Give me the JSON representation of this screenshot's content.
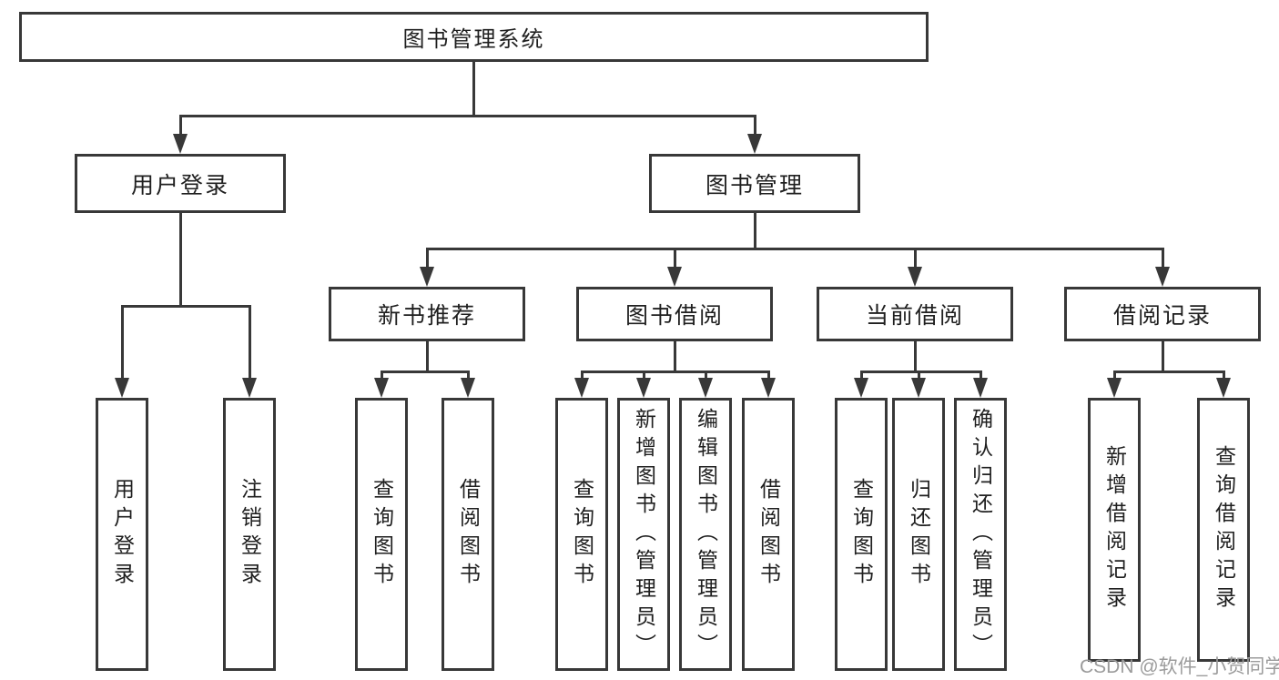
{
  "tree": {
    "root": "图书管理系统",
    "branches": [
      {
        "label": "用户登录",
        "children": [
          "用户登录",
          "注销登录"
        ]
      },
      {
        "label": "图书管理",
        "sections": [
          {
            "label": "新书推荐",
            "children": [
              "查询图书",
              "借阅图书"
            ]
          },
          {
            "label": "图书借阅",
            "children": [
              "查询图书",
              "新增图书（管理员）",
              "编辑图书（管理员）",
              "借阅图书"
            ]
          },
          {
            "label": "当前借阅",
            "children": [
              "查询图书",
              "归还图书",
              "确认归还（管理员）"
            ]
          },
          {
            "label": "借阅记录",
            "children": [
              "新增借阅记录",
              "查询借阅记录"
            ]
          }
        ]
      }
    ]
  },
  "watermark": "CSDN @软件_小贺同学",
  "colors": {
    "line": "#383838",
    "text": "#1f1f1f",
    "watermark_gray": "#9b9b9b",
    "background": "#ffffff"
  }
}
